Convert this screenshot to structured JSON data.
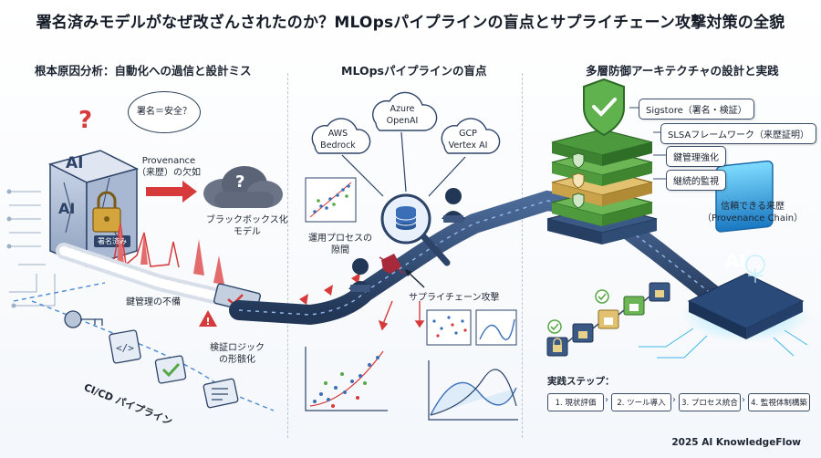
{
  "title": "署名済みモデルがなぜ改ざんされたのか？MLOpsパイプラインの盲点とサプライチェーン攻撃対策の全貌",
  "sections": {
    "left": {
      "title": "根本原因分析：自動化への過信と設計ミス",
      "thought_bubble": "署名＝安全？",
      "question_mark": "?",
      "cube_label_top": "AI",
      "cube_label_front": "AI",
      "cube_badge": "署名済み",
      "provenance_label": "Provenance\n（来歴）の欠如",
      "cloud_question": "?",
      "blackbox_label": "ブラックボックス化\nモデル",
      "key_mgmt_label": "鍵管理の不備",
      "verify_label": "検証ロジック\nの形骸化",
      "cicd_label": "CI/CD パイプライン"
    },
    "middle": {
      "title": "MLOpsパイプラインの盲点",
      "clouds": [
        {
          "label": "AWS\nBedrock"
        },
        {
          "label": "Azure\nOpenAI"
        },
        {
          "label": "GCP\nVertex AI"
        }
      ],
      "ops_gap_label": "運用プロセスの\n隙間",
      "attack_label": "サプライチェーン攻撃"
    },
    "right": {
      "title": "多層防御アーキテクチャの設計と実践",
      "layers": [
        {
          "label": "Sigstore（署名・検証）"
        },
        {
          "label": "SLSAフレームワーク（来歴証明）"
        },
        {
          "label": "鍵管理強化"
        },
        {
          "label": "継続的監視"
        }
      ],
      "trusted_label": "信頼できる来歴\n（Provenance Chain）",
      "chip_label": "AI",
      "steps_title": "実践ステップ：",
      "steps": [
        {
          "label": "1. 現状評価"
        },
        {
          "label": "2. ツール導入"
        },
        {
          "label": "3. プロセス統合"
        },
        {
          "label": "4. 監視体制構築"
        }
      ],
      "step_arrow": "›"
    }
  },
  "footer": "2025 AI KnowledgeFlow",
  "colors": {
    "navy": "#2d4468",
    "red": "#d63a3a",
    "green": "#56a844",
    "gold": "#c9a24a",
    "cyan": "#3fb6e8"
  }
}
